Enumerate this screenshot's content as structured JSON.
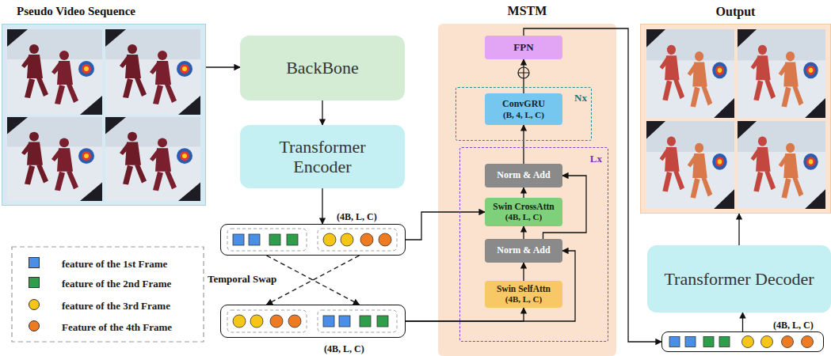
{
  "diagram": {
    "nodes": [
      {
        "text": [
          "Pseudo Video Sequence"
        ]
      },
      {
        "text": [
          "BackBone"
        ]
      },
      {
        "text": [
          "Transformer Encoder"
        ]
      },
      {
        "text": [
          "(4B, L, C)"
        ]
      },
      {
        "text": [
          "(4B, L, C)"
        ]
      },
      {
        "text": [
          "MSTM"
        ]
      },
      {
        "text": [
          "FPN"
        ],
        "in": 5
      },
      {
        "text": [
          "Nx"
        ],
        "in": 5
      },
      {
        "text": [
          "ConvGRU",
          "(B, 4, L, C)"
        ],
        "in": 7
      },
      {
        "text": [
          "Lx"
        ],
        "in": 5
      },
      {
        "text": [
          "Norm & Add"
        ],
        "in": 9
      },
      {
        "text": [
          "Swin CrossAttn",
          "(4B, L, C)"
        ],
        "in": 9
      },
      {
        "text": [
          "Norm & Add"
        ],
        "in": 9
      },
      {
        "text": [
          "Swin SelfAttn",
          "(4B, L, C)"
        ],
        "in": 9
      },
      {
        "text": [
          "Output"
        ]
      },
      {
        "text": [
          "Transformer Decoder"
        ]
      },
      {
        "text": [
          "(4B, L, C)"
        ]
      }
    ],
    "edges": [
      {
        "from": 0,
        "to": 1,
        "arrow": "to"
      },
      {
        "from": 1,
        "to": 2,
        "arrow": "to"
      },
      {
        "from": 2,
        "to": 3,
        "arrow": "to"
      },
      {
        "from": 3,
        "to": 4,
        "arrow": "to"
      },
      {
        "from": 3,
        "to": 4,
        "arrow": "to"
      },
      {
        "from": 3,
        "to": 11,
        "arrow": "to"
      },
      {
        "from": 4,
        "to": 13,
        "arrow": "to"
      },
      {
        "from": 4,
        "to": 12,
        "arrow": "to"
      },
      {
        "from": 13,
        "to": 12,
        "arrow": "to"
      },
      {
        "from": 12,
        "to": 11,
        "arrow": "to"
      },
      {
        "from": 12,
        "to": 10,
        "arrow": "to"
      },
      {
        "from": 11,
        "to": 10,
        "arrow": "to"
      },
      {
        "from": 10,
        "to": 8,
        "arrow": "to"
      },
      {
        "from": 8,
        "to": 6,
        "arrow": "to"
      },
      {
        "from": 6,
        "to": 16,
        "arrow": "to"
      },
      {
        "from": 16,
        "to": 15,
        "arrow": "to"
      },
      {
        "from": 15,
        "to": 14,
        "arrow": "to"
      }
    ],
    "labels": [
      "Temporal Swap"
    ],
    "legend": [
      {
        "text": "feature of the 1st Frame",
        "color": "#4a8fe7"
      },
      {
        "text": "feature of the 2nd Frame",
        "color": "#2f9e4a"
      },
      {
        "text": "feature of the 3rd Frame",
        "color": "#f5c518"
      },
      {
        "text": "Feature of the 4th Frame",
        "color": "#ee7a22"
      }
    ]
  }
}
